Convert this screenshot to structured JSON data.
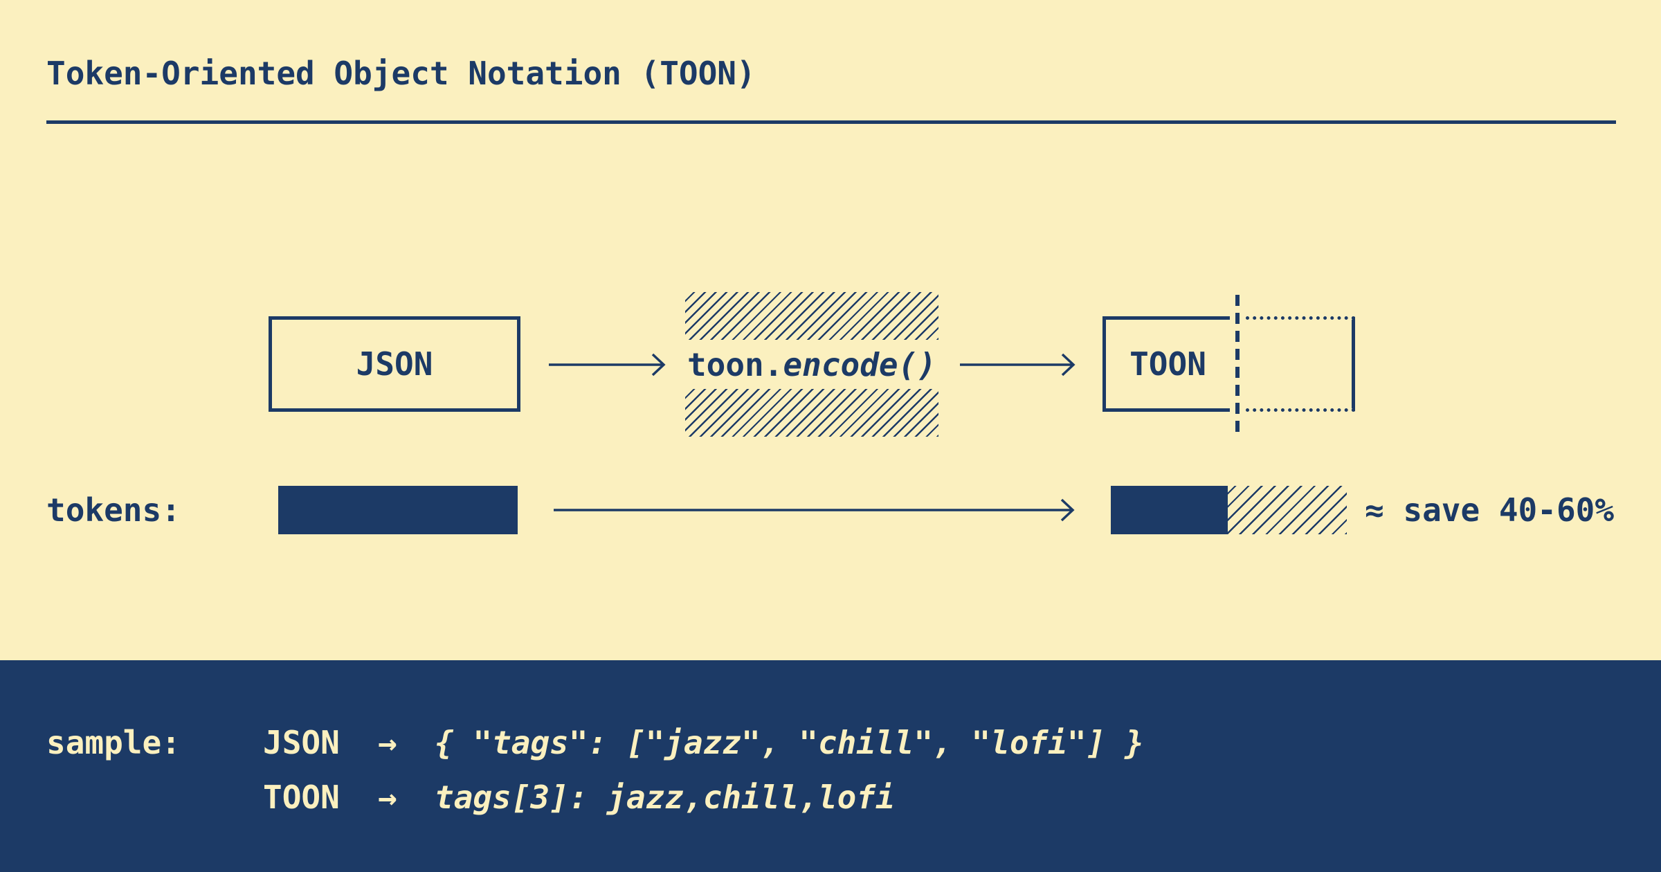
{
  "title": "Token-Oriented Object Notation (TOON)",
  "colors": {
    "background": "#FBF0BF",
    "ink": "#1C3A66",
    "band_background": "#1C3A66",
    "band_text": "#FBF0BF"
  },
  "flow": {
    "input_label": "JSON",
    "encoder_prefix": "toon.",
    "encoder_call": "encode()",
    "output_label": "TOON"
  },
  "tokens_row": {
    "label": "tokens:",
    "savings_note": "≈ save 40-60%"
  },
  "sample": {
    "label": "sample:",
    "rows": [
      {
        "format": "JSON",
        "arrow": "→",
        "value": "{ \"tags\": [\"jazz\", \"chill\", \"lofi\"] }"
      },
      {
        "format": "TOON",
        "arrow": "→",
        "value": "tags[3]: jazz,chill,lofi"
      }
    ]
  }
}
